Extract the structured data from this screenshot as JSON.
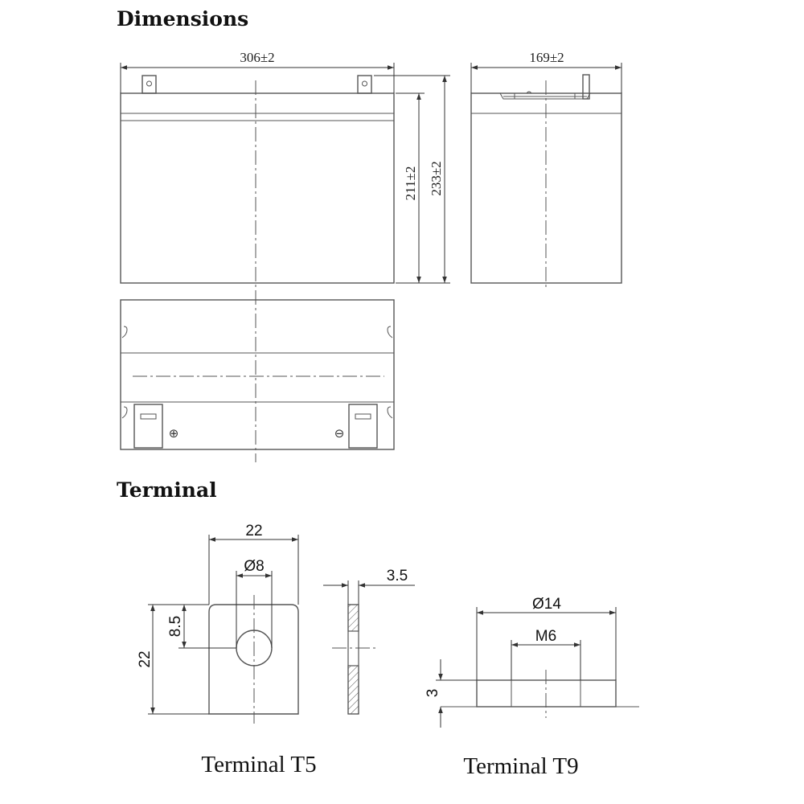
{
  "sections": {
    "dimensions_title": "Dimensions",
    "terminal_title": "Terminal"
  },
  "battery": {
    "length_label": "306±2",
    "width_label": "169±2",
    "container_height_label": "211±2",
    "total_height_label": "233±2",
    "positive_symbol": "⊕",
    "negative_symbol": "⊖"
  },
  "terminal_t5": {
    "caption": "Terminal T5",
    "width_label": "22",
    "hole_label": "Ø8",
    "height_label": "22",
    "hole_offset_label": "8.5",
    "thickness_label": "3.5"
  },
  "terminal_t9": {
    "caption": "Terminal T9",
    "diameter_label": "Ø14",
    "thread_label": "M6",
    "height_label": "3"
  },
  "colors": {
    "line": "#555555",
    "text": "#111111",
    "background": "#ffffff"
  }
}
